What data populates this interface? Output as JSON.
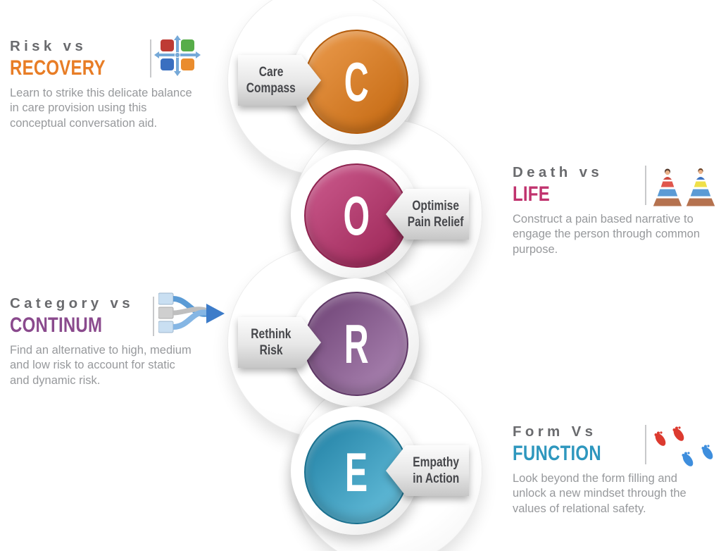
{
  "page": {
    "background": "#ffffff"
  },
  "core": {
    "items": [
      {
        "letter": "C",
        "tag_line1": "Care",
        "tag_line2": "Compass",
        "tag_side": "left",
        "color_from": "#EC9C4E",
        "color_to": "#C2660E",
        "rim": "#B45C0C"
      },
      {
        "letter": "O",
        "tag_line1": "Optimise",
        "tag_line2": "Pain Relief",
        "tag_side": "right",
        "color_from": "#CD5C8F",
        "color_to": "#992353",
        "rim": "#8E2450"
      },
      {
        "letter": "R",
        "tag_line1": "Rethink",
        "tag_line2": "Risk",
        "tag_side": "left",
        "color_from": "#6B3F72",
        "color_to": "#B18BB8",
        "rim": "#5F3866"
      },
      {
        "letter": "E",
        "tag_line1": "Empathy",
        "tag_line2": "in Action",
        "tag_side": "right",
        "color_from": "#1E7EA2",
        "color_to": "#6CC4E0",
        "rim": "#1B718F"
      }
    ]
  },
  "sections": [
    {
      "id": "risk-recovery",
      "title_line1": "Risk vs",
      "title_line2": "RECOVERY",
      "accent": "#E87D26",
      "body": "Learn to strike this delicate balance in care provision using this conceptual conversation aid.",
      "icon": "compass-icon"
    },
    {
      "id": "death-life",
      "title_line1": "Death vs",
      "title_line2": "LIFE",
      "accent": "#C0336E",
      "body": "Construct a pain based narrative to engage the person through common purpose.",
      "icon": "pyramids-icon"
    },
    {
      "id": "category-continum",
      "title_line1": "Category vs",
      "title_line2": "CONTINUM",
      "accent": "#8A4A8D",
      "body": "Find an alternative to high, medium and low risk to account for static and dynamic risk.",
      "icon": "merge-arrows-icon"
    },
    {
      "id": "form-function",
      "title_line1": "Form Vs",
      "title_line2": "FUNCTION",
      "accent": "#2E97BE",
      "body": "Look beyond the form filling and unlock a new mindset through the values of relational safety.",
      "icon": "footprints-icon"
    }
  ]
}
